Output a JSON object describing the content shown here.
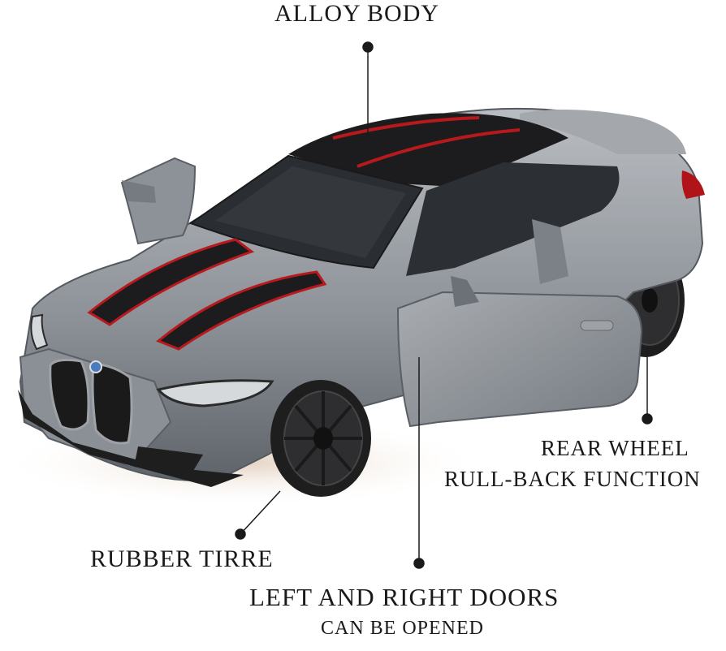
{
  "callouts": {
    "alloy_body": "ALLOY BODY",
    "rear_wheel_line1": "REAR WHEEL",
    "rear_wheel_line2": "RULL-BACK FUNCTION",
    "rubber_tire": "RUBBER TIRRE",
    "doors_line1": "LEFT AND RIGHT DOORS",
    "doors_line2": "CAN BE OPENED"
  },
  "colors": {
    "body": "#8e9399",
    "body_light": "#b5b9be",
    "body_dark": "#5d6268",
    "stripe": "#1c1c1e",
    "stripe_accent": "#b8191c",
    "tire": "#1e1e1e",
    "rim": "#2e2e30",
    "glass": "#2a2d31",
    "callout_line": "#1a1a1a"
  },
  "product": {
    "image": "toy-car-photo"
  }
}
